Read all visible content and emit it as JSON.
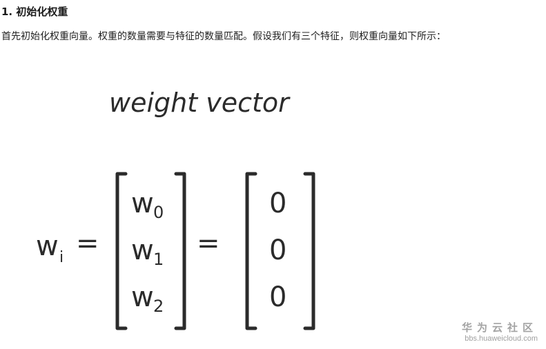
{
  "section": {
    "heading": "1. 初始化权重",
    "paragraph": "首先初始化权重向量。权重的数量需要与特征的数量匹配。假设我们有三个特征，则权重向量如下所示："
  },
  "figure": {
    "title": "weight vector",
    "lhs_symbol": "w",
    "lhs_subscript": "i",
    "equals": "=",
    "vector_symbols": [
      "w",
      "w",
      "w"
    ],
    "vector_subscripts": [
      "0",
      "1",
      "2"
    ],
    "vector_values": [
      "0",
      "0",
      "0"
    ],
    "ink_color": "#2b2b2b"
  },
  "watermark": {
    "brand": "华为云社区",
    "domain": "bbs.huaweicloud.com"
  }
}
